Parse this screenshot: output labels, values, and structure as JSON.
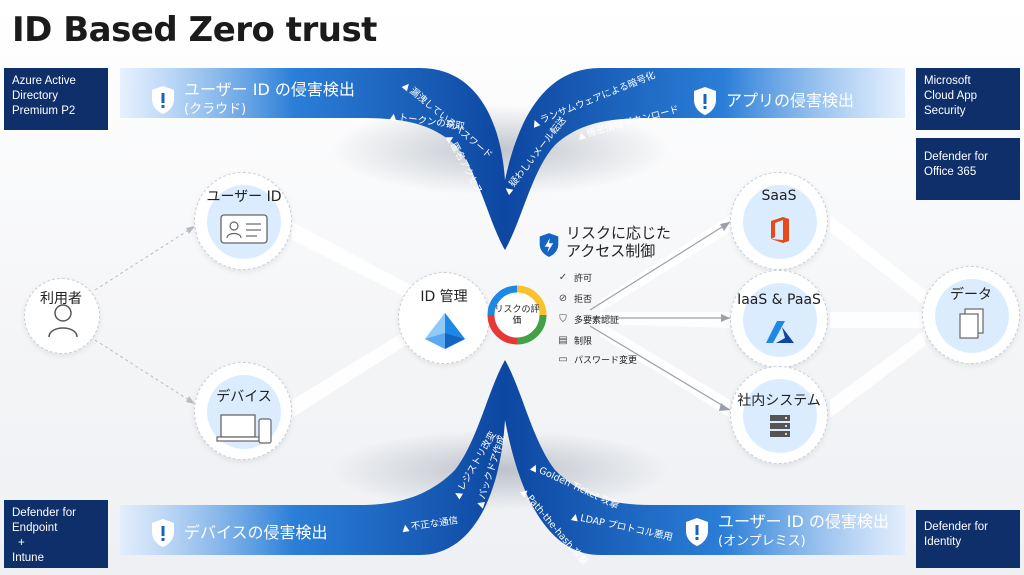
{
  "title": "ID Based Zero trust",
  "products": {
    "aad": [
      "Azure Active",
      "Directory",
      "Premium P2"
    ],
    "mcas": [
      "Microsoft",
      "Cloud App",
      "Security"
    ],
    "dfo": [
      "Defender for",
      "Office 365"
    ],
    "dfe": [
      "Defender for",
      "Endpoint",
      "+",
      "Intune"
    ],
    "dfi": [
      "Defender for",
      "Identity"
    ]
  },
  "bands": {
    "top_left": {
      "title": "ユーザー ID の侵害検出",
      "sub": "(クラウド)"
    },
    "top_right": {
      "title": "アプリの侵害検出"
    },
    "bottom_left": {
      "title": "デバイスの侵害検出"
    },
    "bottom_right": {
      "title": "ユーザー ID の侵害検出",
      "sub": "(オンプレミス)"
    }
  },
  "threats": {
    "t1": "漏洩しているパスワード",
    "t2": "トークンの窃取",
    "t3": "匿名アクセス",
    "t4": "ランサムウェアによる暗号化",
    "t5": "機密情報ダウンロード",
    "t6": "疑わしいメール転送",
    "t7": "レジストリ改変",
    "t8": "バックドア作成",
    "t9": "不正な通信",
    "t10": "Golden Ticket 攻撃",
    "t11": "Path-the-hash 攻撃",
    "t12": "LDAP プロトコル悪用"
  },
  "nodes": {
    "user": "利用者",
    "user_id": "ユーザー ID",
    "device": "デバイス",
    "id_mgmt": "ID 管理",
    "risk_eval": "リスクの評価",
    "saas": "SaaS",
    "iaas": "IaaS & PaaS",
    "internal": "社内システム",
    "data": "データ"
  },
  "risk_access": {
    "title": "リスクに応じたアクセス制御",
    "items": [
      "許可",
      "拒否",
      "多要素認証",
      "制限",
      "パスワード変更"
    ]
  },
  "colors": {
    "band_blue": "#1565c0",
    "band_light": "#5aa8ef",
    "product_navy": "#0f2f6b",
    "ring_red": "#e53935",
    "ring_yellow": "#fbc02d",
    "ring_green": "#43a047",
    "ring_blue": "#1e88e5"
  }
}
